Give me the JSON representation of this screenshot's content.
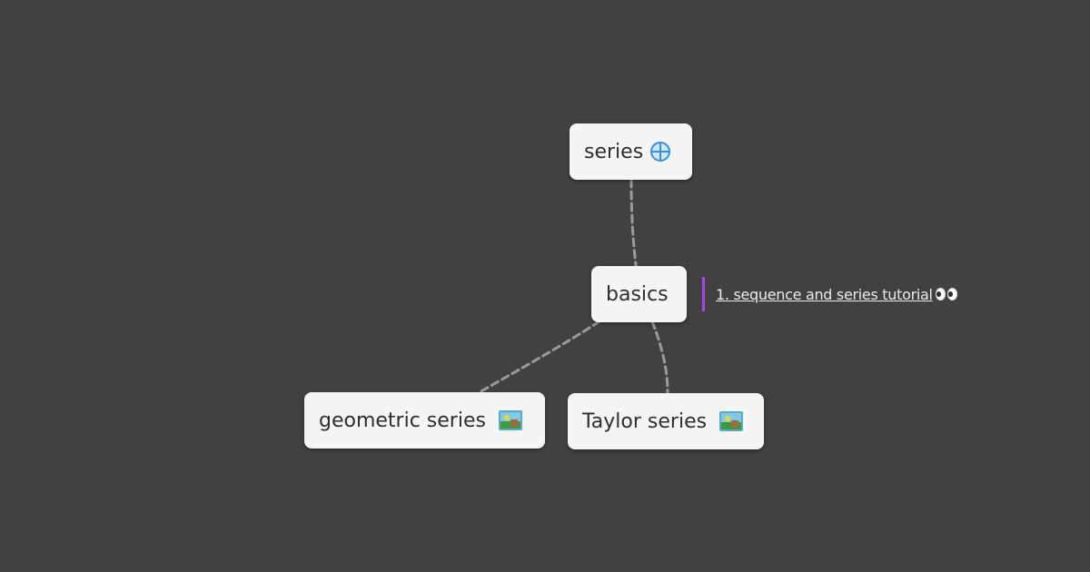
{
  "nodes": {
    "root": {
      "label": "series",
      "icon": "globe-icon"
    },
    "basics": {
      "label": "basics"
    },
    "geometric": {
      "label": "geometric series",
      "icon": "picture-icon"
    },
    "taylor": {
      "label": "Taylor series",
      "icon": "picture-icon"
    }
  },
  "note": {
    "link_text": "1. sequence and series tutorial ",
    "icon": "eyes-icon"
  },
  "colors": {
    "background": "#414141",
    "node": "#f5f5f5",
    "edge": "#9a9a9a",
    "note_bar": "#a347e6"
  }
}
